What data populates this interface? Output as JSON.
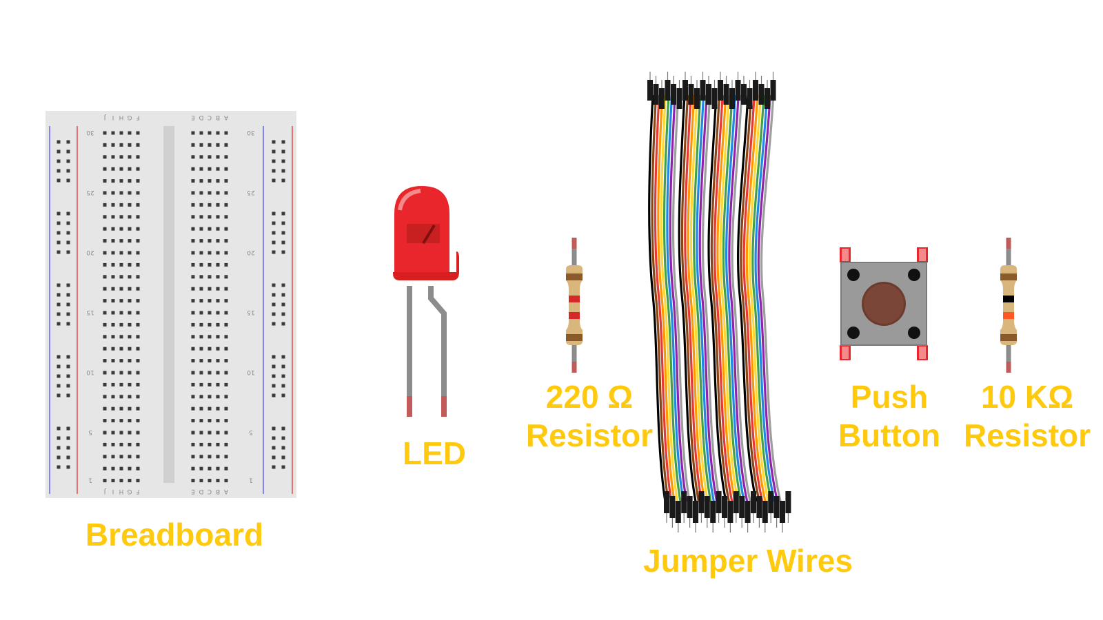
{
  "components": {
    "breadboard": {
      "label": "Breadboard",
      "row_numbers": [
        "30",
        "25",
        "20",
        "15",
        "10",
        "5",
        "1"
      ],
      "column_letters_left": [
        "J",
        "I",
        "H",
        "G",
        "F"
      ],
      "column_letters_right": [
        "E",
        "D",
        "C",
        "B",
        "A"
      ]
    },
    "led": {
      "label": "LED",
      "color": "#E8262C"
    },
    "resistor_220": {
      "label_line1": "220 Ω",
      "label_line2": "Resistor",
      "bands": [
        "#8B5A2B",
        "#D62828",
        "#D62828",
        "#8B5A2B"
      ]
    },
    "jumper_wires": {
      "label": "Jumper Wires",
      "wire_colors": [
        "#000000",
        "#8B4513",
        "#E53935",
        "#FF9800",
        "#FDD835",
        "#43A047",
        "#1E88E5",
        "#8E24AA",
        "#9E9E9E",
        "#FFFFFF"
      ]
    },
    "push_button": {
      "label_line1": "Push",
      "label_line2": "Button"
    },
    "resistor_10k": {
      "label_line1": "10 KΩ",
      "label_line2": "Resistor",
      "bands": [
        "#8B5A2B",
        "#000000",
        "#FF5722",
        "#8B5A2B"
      ]
    }
  },
  "colors": {
    "label_text": "#FFC90E",
    "background": "#FFFFFF"
  }
}
